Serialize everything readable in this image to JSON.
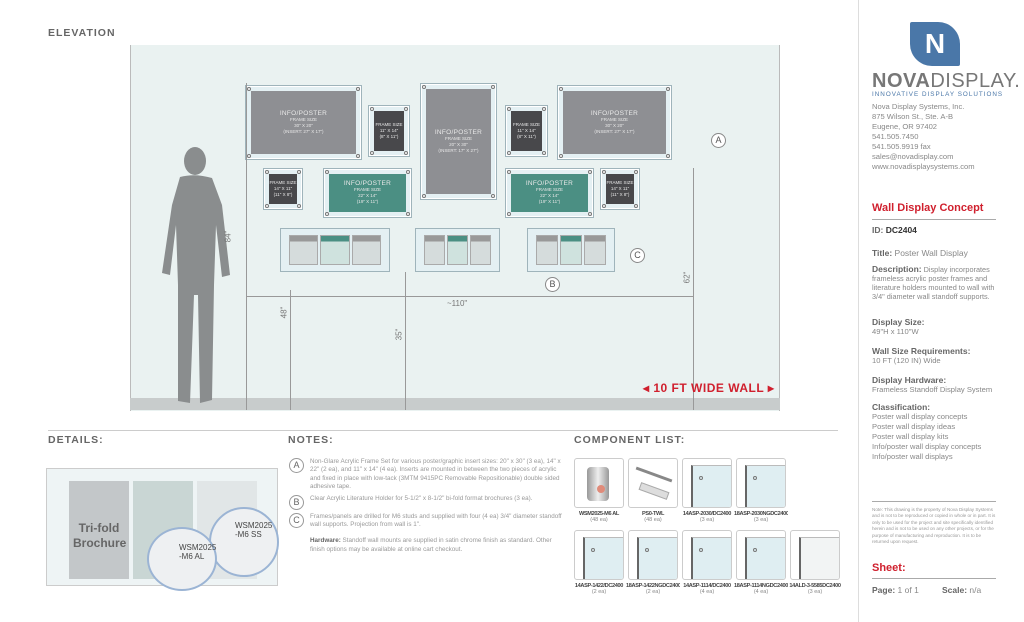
{
  "elevation": {
    "title": "ELEVATION",
    "frames": [
      {
        "type": "poster",
        "color": "#8e8f93",
        "lines": [
          "INFO/POSTER",
          "FRAME SIZE",
          "30\" X 20\"",
          "(INSERT: 27\" X 17\")"
        ]
      },
      {
        "type": "small",
        "color": "#48484b",
        "lines": [
          "FRAME SIZE",
          "11\" X 14\"",
          "(8\" X 11\")"
        ]
      },
      {
        "type": "poster",
        "color": "#8e8f93",
        "lines": [
          "INFO/POSTER",
          "FRAME SIZE",
          "20\" X 30\"",
          "(INSERT: 17\" X 27\")"
        ]
      },
      {
        "type": "small",
        "color": "#48484b",
        "lines": [
          "FRAME SIZE",
          "11\" X 14\"",
          "(8\" X 11\")"
        ]
      },
      {
        "type": "poster",
        "color": "#8e8f93",
        "lines": [
          "INFO/POSTER",
          "FRAME SIZE",
          "30\" X 20\"",
          "(INSERT: 27\" X 17\")"
        ]
      },
      {
        "type": "small",
        "color": "#48484b",
        "lines": [
          "FRAME SIZE",
          "14\" X 11\"",
          "(11\" X 8\")"
        ]
      },
      {
        "type": "poster",
        "color": "#4b8f83",
        "lines": [
          "INFO/POSTER",
          "FRAME SIZE",
          "22\" X 14\"",
          "(19\" X 11\")"
        ]
      },
      {
        "type": "poster",
        "color": "#4b8f83",
        "lines": [
          "INFO/POSTER",
          "FRAME SIZE",
          "22\" X 14\"",
          "(19\" X 11\")"
        ]
      },
      {
        "type": "small",
        "color": "#48484b",
        "lines": [
          "FRAME SIZE",
          "14\" X 11\"",
          "(11\" X 8\")"
        ]
      }
    ],
    "callouts": {
      "a": "A",
      "b": "B",
      "c": "C"
    },
    "dims": {
      "height_84": "84\"",
      "height_48": "48\"",
      "height_35": "35\"",
      "height_62": "62\"",
      "width": "~110\""
    },
    "wall_label": "10 FT WIDE WALL",
    "accent": "#d0202e"
  },
  "details": {
    "title": "DETAILS:",
    "brochure_label": [
      "Tri-fold",
      "Brochure"
    ],
    "standoff_al": [
      "WSM2025",
      "-M6 AL"
    ],
    "standoff_ss": [
      "WSM2025",
      "-M6 SS"
    ]
  },
  "notes": {
    "title": "NOTES:",
    "items": [
      {
        "letter": "A",
        "text": "Non-Glare Acrylic Frame Set for various poster/graphic insert sizes: 20\" x 30\" (3 ea), 14\" x 22\" (2 ea), and 11\" x 14\" (4 ea). Inserts are mounted in between the two pieces of acrylic and fixed in place with low-tack (3MTM 9415PC Removable Repositionable) double sided adhesive tape."
      },
      {
        "letter": "B",
        "text": "Clear Acrylic Literature Holder for 5-1/2\" x 8-1/2\" bi-fold format brochures (3 ea)."
      },
      {
        "letter": "C",
        "text": "Frames/panels are drilled for M6 studs and supplied with four (4 ea) 3/4\" diameter standoff wall supports. Projection from wall is 1\"."
      }
    ],
    "hardware_label": "Hardware:",
    "hardware_text": "Standoff wall mounts are supplied in satin chrome finish as standard. Other finish options may be available at online cart checkout."
  },
  "components": {
    "title": "COMPONENT LIST:",
    "items": [
      {
        "code": "WSM2025-M6 AL",
        "qty": "(48 ea)",
        "icon": "standoff-icon"
      },
      {
        "code": "PS0-TWL",
        "qty": "(48 ea)",
        "icon": "screw-anchor-icon"
      },
      {
        "code": "14ASP-2030/DC2400",
        "qty": "(3 ea)",
        "icon": "acrylic-panel-icon"
      },
      {
        "code": "18ASP-2030NGDC2400",
        "qty": "(3 ea)",
        "icon": "acrylic-panel-icon"
      },
      {
        "code": "14ASP-1422/DC2400",
        "qty": "(2 ea)",
        "icon": "acrylic-panel-icon"
      },
      {
        "code": "18ASP-1422NGDC2400",
        "qty": "(2 ea)",
        "icon": "acrylic-panel-icon"
      },
      {
        "code": "14ASP-1114/DC2400",
        "qty": "(4 ea)",
        "icon": "acrylic-panel-icon"
      },
      {
        "code": "18ASP-1114NGDC2400",
        "qty": "(4 ea)",
        "icon": "acrylic-panel-icon"
      },
      {
        "code": "14ALD-3-5585DC2400",
        "qty": "(3 ea)",
        "icon": "literature-holder-icon"
      }
    ]
  },
  "sidebar": {
    "brand_bold": "NOVA",
    "brand_light": "DISPLAY.",
    "tagline": "INNOVATIVE DISPLAY SOLUTIONS",
    "brand_color": "#4a77a8",
    "address": [
      "Nova Display Systems, Inc.",
      "875 Wilson St., Ste. A-B",
      "Eugene, OR 97402",
      "541.505.7450",
      "541.505.9919 fax",
      "sales@novadisplay.com",
      "www.novadisplaysystems.com"
    ],
    "concept_title": "Wall Display Concept",
    "id_label": "ID:",
    "id_value": "DC2404",
    "title_label": "Title:",
    "title_value": "Poster Wall Display",
    "description_label": "Description:",
    "description_value": "Display incorporates frameless acrylic poster frames and literature holders mounted to wall with 3/4\" diameter wall standoff supports.",
    "display_size_label": "Display Size:",
    "display_size_value": "49\"H x 110\"W",
    "wall_size_label": "Wall Size Requirements:",
    "wall_size_value": "10 FT (120 IN) Wide",
    "hardware_label": "Display Hardware:",
    "hardware_value": "Frameless Standoff Display System",
    "classification_label": "Classification:",
    "classification": [
      "Poster wall display concepts",
      "Poster wall display ideas",
      "Poster wall display kits",
      "Info/poster wall display concepts",
      "Info/poster wall displays"
    ],
    "note": "Note: This drawing is the property of Nova Display Systems and is not to be reproduced or copied in whole or in part. It is only to be used for the project and site specifically identified herein and is not to be used on any other projects, or for the purpose of manufacturing and reproduction. It is to be returned upon request.",
    "sheet_label": "Sheet:",
    "page_label": "Page:",
    "page_value": "1 of 1",
    "scale_label": "Scale:",
    "scale_value": "n/a"
  }
}
